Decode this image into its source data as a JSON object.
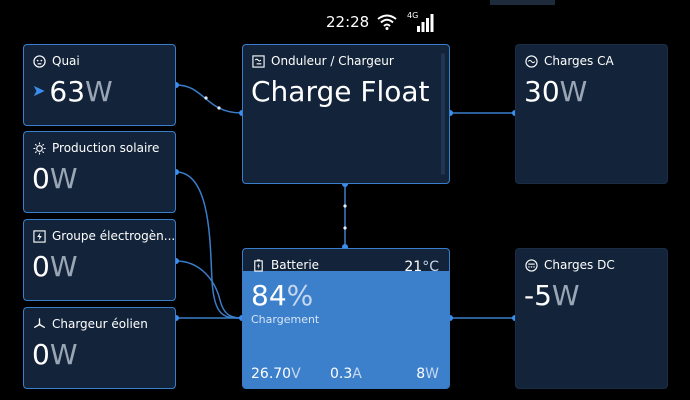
{
  "status": {
    "time": "22:28",
    "network": "4G"
  },
  "colors": {
    "accent": "#3a7ecb",
    "card": "#13243a",
    "battery_fill": "#3c80cc"
  },
  "quai": {
    "title": "Quai",
    "value": "63",
    "unit": "W",
    "icon": "grid-icon"
  },
  "solaire": {
    "title": "Production solaire",
    "value": "0",
    "unit": "W",
    "icon": "sun-icon"
  },
  "groupe": {
    "title": "Groupe électrogèn...",
    "value": "0",
    "unit": "W",
    "icon": "generator-icon"
  },
  "eolien": {
    "title": "Chargeur éolien",
    "value": "0",
    "unit": "W",
    "icon": "wind-turbine-icon"
  },
  "onduleur": {
    "title": "Onduleur / Chargeur",
    "state": "Charge Float",
    "icon": "inverter-icon"
  },
  "charges_ca": {
    "title": "Charges CA",
    "value": "30",
    "unit": "W",
    "icon": "ac-icon"
  },
  "charges_dc": {
    "title": "Charges DC",
    "value": "-5",
    "unit": "W",
    "icon": "dc-icon"
  },
  "batterie": {
    "title": "Batterie",
    "icon": "battery-charging-icon",
    "temp": "21",
    "temp_unit": "°C",
    "soc": "84",
    "soc_unit": "%",
    "soc_fraction": 0.84,
    "state": "Chargement",
    "voltage": "26.70",
    "voltage_unit": "V",
    "current": "0.3",
    "current_unit": "A",
    "power": "8",
    "power_unit": "W"
  }
}
